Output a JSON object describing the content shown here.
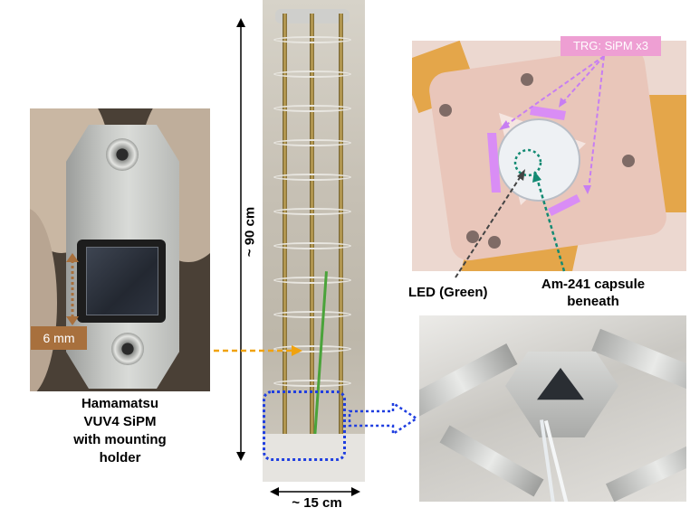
{
  "left_panel": {
    "dimension_label": "6 mm",
    "caption_lines": [
      "Hamamatsu",
      "VUV4 SiPM",
      "with mounting",
      "holder"
    ]
  },
  "middle_panel": {
    "height_label": "~ 90 cm",
    "width_label": "~ 15 cm"
  },
  "right_panel": {
    "trigger_label": "TRG: SiPM x3",
    "led_label": "LED (Green)",
    "source_label_lines": [
      "Am-241 capsule",
      "beneath"
    ]
  },
  "colors": {
    "dimension_badge": "#a8703d",
    "trigger_badge": "#ee9fd3",
    "trigger_arrows": "#c77ef2",
    "led_arrow": "#444444",
    "source_arrow": "#138a73",
    "zoom_box": "#1f3ee0",
    "pointer_arrow": "#f0a20e"
  }
}
